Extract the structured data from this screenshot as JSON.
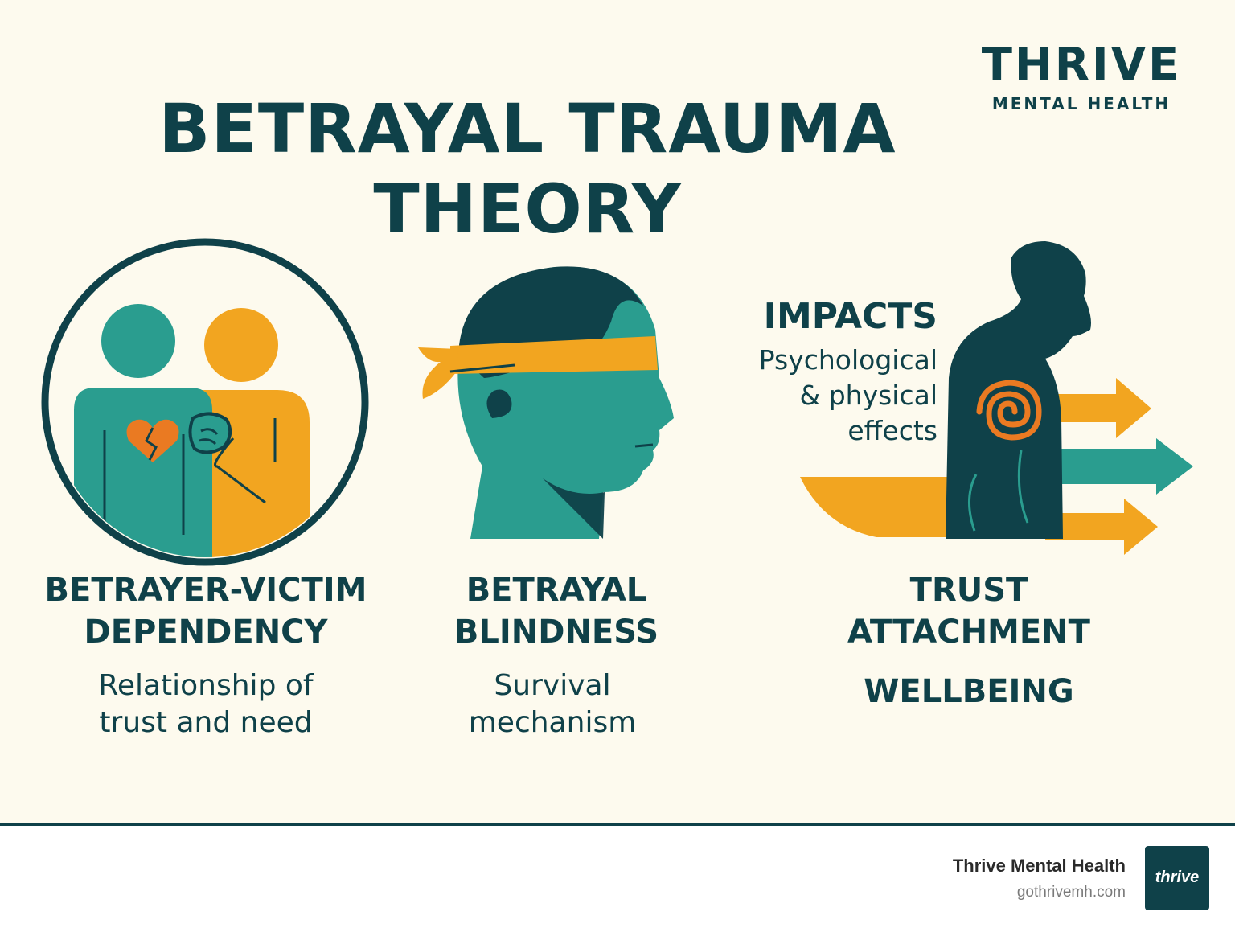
{
  "title": {
    "line1": "BETRAYAL TRAUMA",
    "line2": "THEORY"
  },
  "brand": {
    "name": "THRIVE",
    "tagline": "MENTAL HEALTH"
  },
  "sections": [
    {
      "heading_line1": "BETRAYER-VICTIM",
      "heading_line2": "DEPENDENCY",
      "text_line1": "Relationship of",
      "text_line2": "trust and need",
      "icon": "two-people-broken-heart-icon"
    },
    {
      "heading_line1": "BETRAYAL",
      "heading_line2": "BLINDNESS",
      "text_line1": "Survival",
      "text_line2": "mechanism",
      "icon": "blindfolded-head-icon"
    },
    {
      "heading_line1": "TRUST",
      "heading_line2": "ATTACHMENT",
      "heading_line3": "WELLBEING",
      "icon": "person-silhouette-spiral-icon"
    }
  ],
  "impacts": {
    "heading": "IMPACTS",
    "line1": "Psychological",
    "line2": "& physical",
    "line3": "effects"
  },
  "footer": {
    "name": "Thrive Mental Health",
    "url": "gothrivemh.com",
    "logo_text": "thrive"
  },
  "colors": {
    "dark_teal": "#0f4149",
    "teal": "#2a9d8f",
    "amber": "#f2a520",
    "orange": "#ea7a22",
    "background": "#fdfaee"
  }
}
